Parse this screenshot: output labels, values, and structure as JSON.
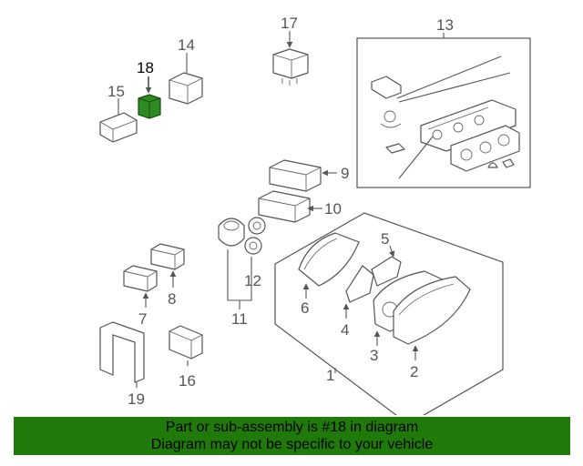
{
  "diagram": {
    "highlighted_part": "18",
    "callouts": {
      "c1": "1",
      "c2": "2",
      "c3": "3",
      "c4": "4",
      "c5": "5",
      "c6": "6",
      "c7": "7",
      "c8": "8",
      "c9": "9",
      "c10": "10",
      "c11": "11",
      "c12": "12",
      "c13": "13",
      "c14": "14",
      "c15": "15",
      "c16": "16",
      "c17": "17",
      "c18": "18",
      "c19": "19"
    }
  },
  "banner": {
    "line1": "Part or sub-assembly is #18 in diagram",
    "line2": "Diagram may not be specific to your vehicle"
  },
  "colors": {
    "banner_bg": "#1f7a0a",
    "highlight_part": "#2e8b22"
  }
}
